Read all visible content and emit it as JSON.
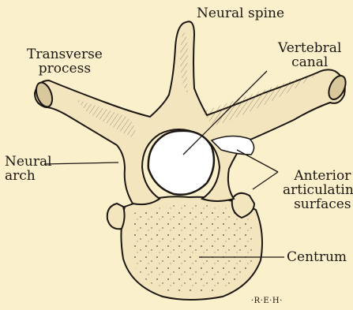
{
  "figure": {
    "labels": {
      "neural_spine": "Neural spine",
      "transverse_process": [
        "Transverse",
        "process"
      ],
      "vertebral_canal": [
        "Vertebral",
        "canal"
      ],
      "neural_arch": [
        "Neural",
        "arch"
      ],
      "anterior_articulating_surfaces": [
        "Anterior",
        "articulating",
        "surfaces"
      ],
      "centrum": "Centrum"
    },
    "signature": "·R·E·H·"
  },
  "colors": {
    "background": "#faf0cc",
    "ink": "#1c1712",
    "bone": "#f3e6bf",
    "bone_shade": "#d9c89b"
  }
}
